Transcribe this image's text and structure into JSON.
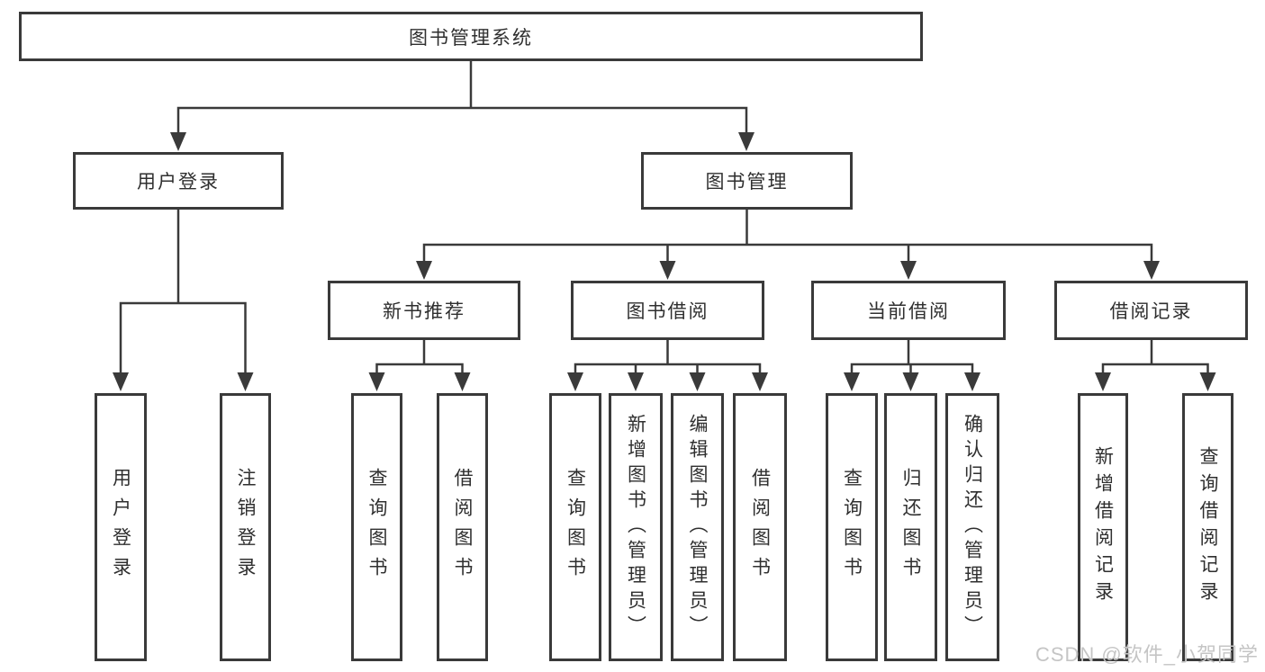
{
  "diagram": {
    "type": "tree",
    "nodes": {
      "root": {
        "label": "图书管理系统"
      },
      "level2": [
        {
          "label": "用户登录",
          "parent": "图书管理系统"
        },
        {
          "label": "图书管理",
          "parent": "图书管理系统"
        }
      ],
      "level3": [
        {
          "label": "新书推荐",
          "parent": "图书管理"
        },
        {
          "label": "图书借阅",
          "parent": "图书管理"
        },
        {
          "label": "当前借阅",
          "parent": "图书管理"
        },
        {
          "label": "借阅记录",
          "parent": "图书管理"
        }
      ],
      "leaves": [
        {
          "label": "用户登录",
          "parent": "用户登录"
        },
        {
          "label": "注销登录",
          "parent": "用户登录"
        },
        {
          "label": "查询图书",
          "parent": "新书推荐"
        },
        {
          "label": "借阅图书",
          "parent": "新书推荐"
        },
        {
          "label": "查询图书",
          "parent": "图书借阅"
        },
        {
          "label": "新增图书（管理员）",
          "parent": "图书借阅"
        },
        {
          "label": "编辑图书（管理员）",
          "parent": "图书借阅"
        },
        {
          "label": "借阅图书",
          "parent": "图书借阅"
        },
        {
          "label": "查询图书",
          "parent": "当前借阅"
        },
        {
          "label": "归还图书",
          "parent": "当前借阅"
        },
        {
          "label": "确认归还（管理员）",
          "parent": "当前借阅"
        },
        {
          "label": "新增借阅记录",
          "parent": "借阅记录"
        },
        {
          "label": "查询借阅记录",
          "parent": "借阅记录"
        }
      ]
    }
  },
  "watermark": {
    "text": "CSDN @软件_小贺同学"
  },
  "colors": {
    "line": "#3a3a3a",
    "text": "#2f2f2f",
    "box_background": "#ffffff",
    "page_background": "#ffffff",
    "watermark": "#c5c5c5"
  }
}
